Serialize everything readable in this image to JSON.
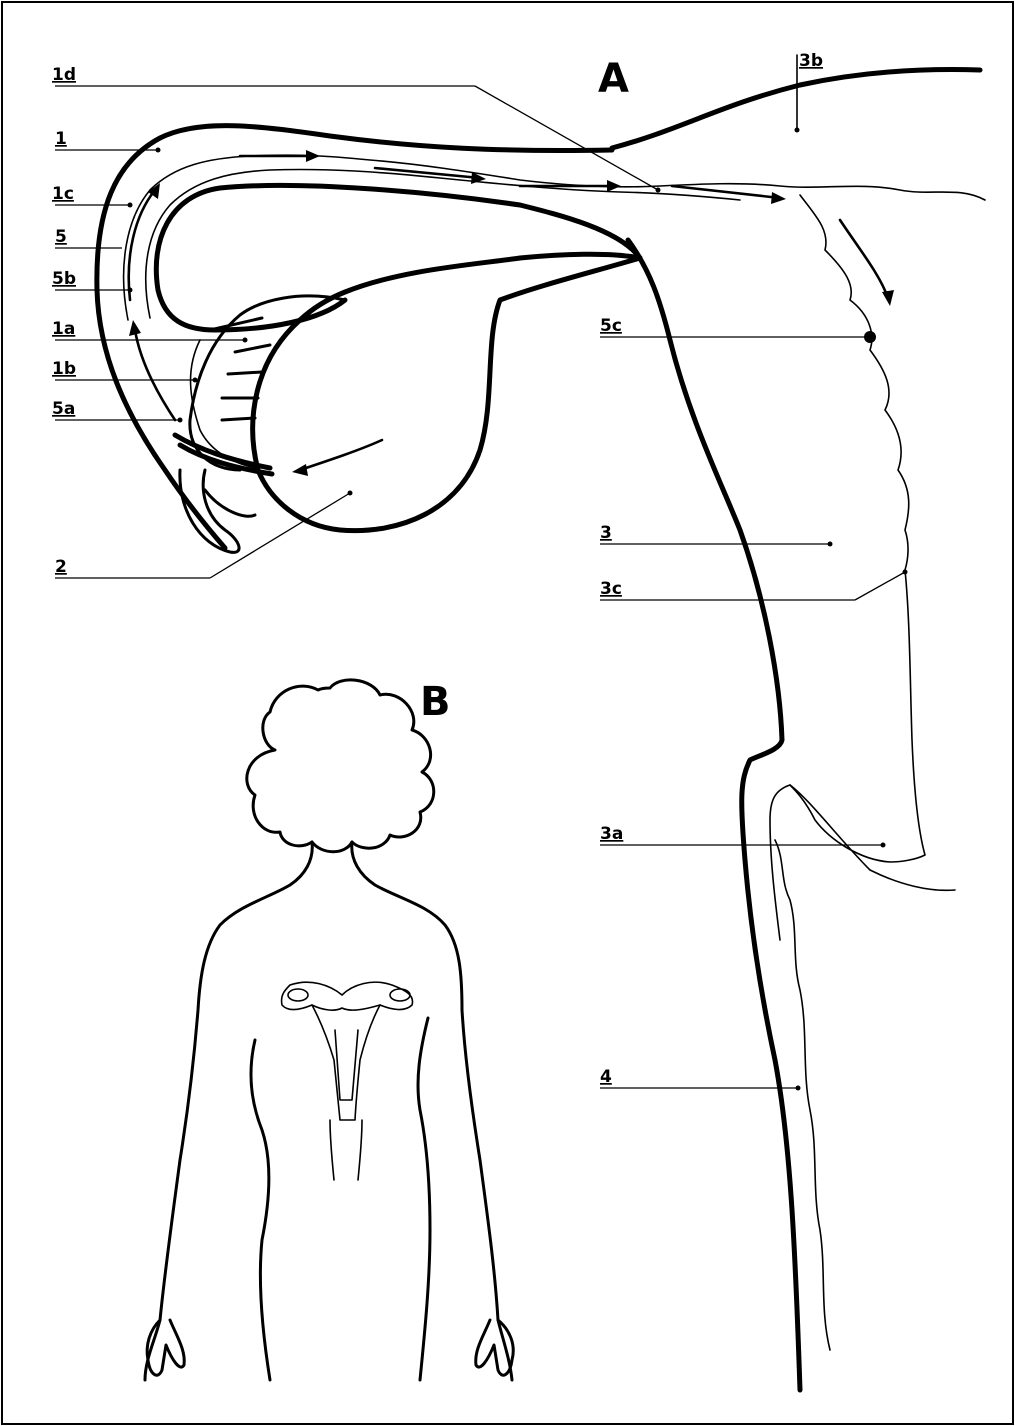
{
  "panels": {
    "a": "A",
    "b": "B"
  },
  "labels": {
    "l1d": "1d",
    "l1": "1",
    "l1c": "1c",
    "l5": "5",
    "l5b": "5b",
    "l1a": "1a",
    "l1b": "1b",
    "l5a": "5a",
    "l2": "2",
    "l3b": "3b",
    "l5c": "5c",
    "l3": "3",
    "l3c": "3c",
    "l3a": "3a",
    "l4": "4"
  },
  "colors": {
    "ink": "#000000",
    "paper": "#ffffff"
  }
}
